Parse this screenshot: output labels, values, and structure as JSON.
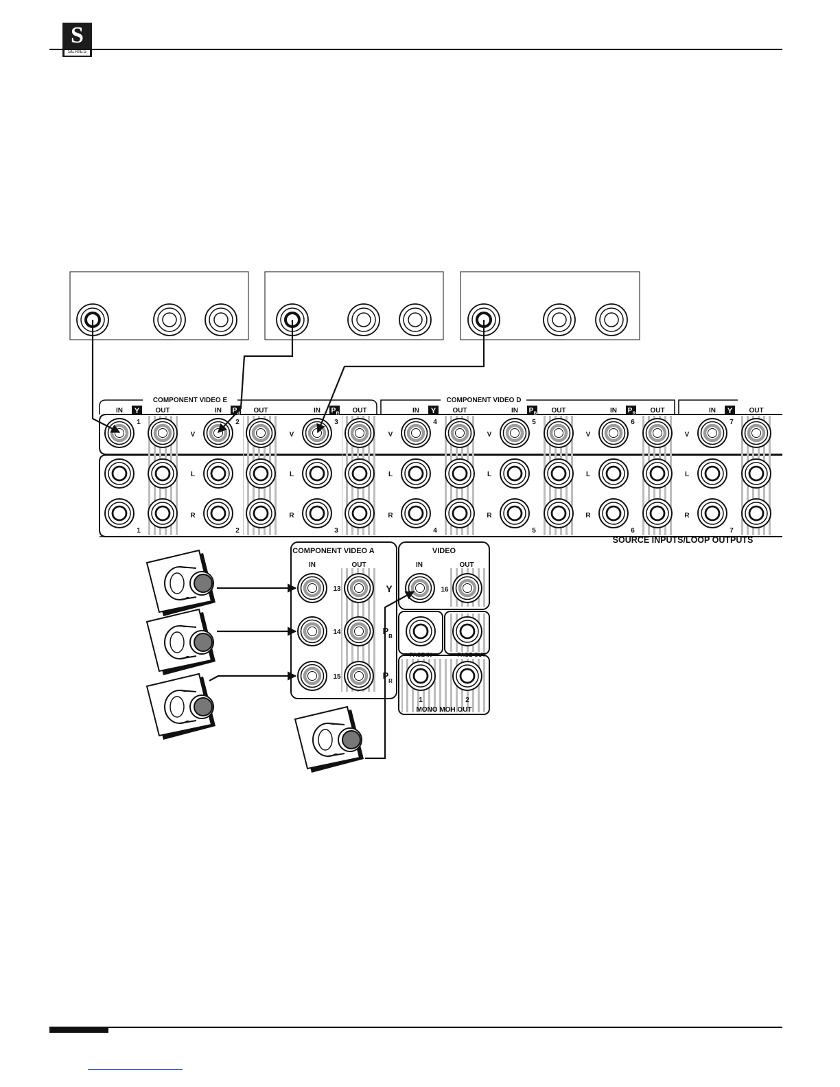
{
  "header": {
    "logo_letter": "S",
    "logo_subtitle": "SERIES"
  },
  "panel": {
    "group_e": "COMPONENT VIDEO E",
    "group_d": "COMPONENT VIDEO D",
    "footer": "SOURCE INPUTS/LOOP OUTPUTS",
    "in": "IN",
    "out": "OUT",
    "y": "Y",
    "p": "P",
    "sub_b": "B",
    "sub_r": "R",
    "v": "V",
    "l": "L",
    "r": "R",
    "nums": [
      "1",
      "2",
      "3",
      "4",
      "5",
      "6",
      "7"
    ]
  },
  "module_a": {
    "title": "COMPONENT VIDEO A",
    "in": "IN",
    "out": "OUT",
    "nums": [
      "13",
      "14",
      "15"
    ],
    "y": "Y",
    "p": "P",
    "sub_b": "B",
    "sub_r": "R"
  },
  "module_video": {
    "title": "VIDEO",
    "in": "IN",
    "out": "OUT",
    "num": "16",
    "page_in": "PAGE IN",
    "page_out": "PAGE OUT",
    "moh_1": "1",
    "moh_2": "2",
    "moh_label": "MONO MOH OUT"
  }
}
